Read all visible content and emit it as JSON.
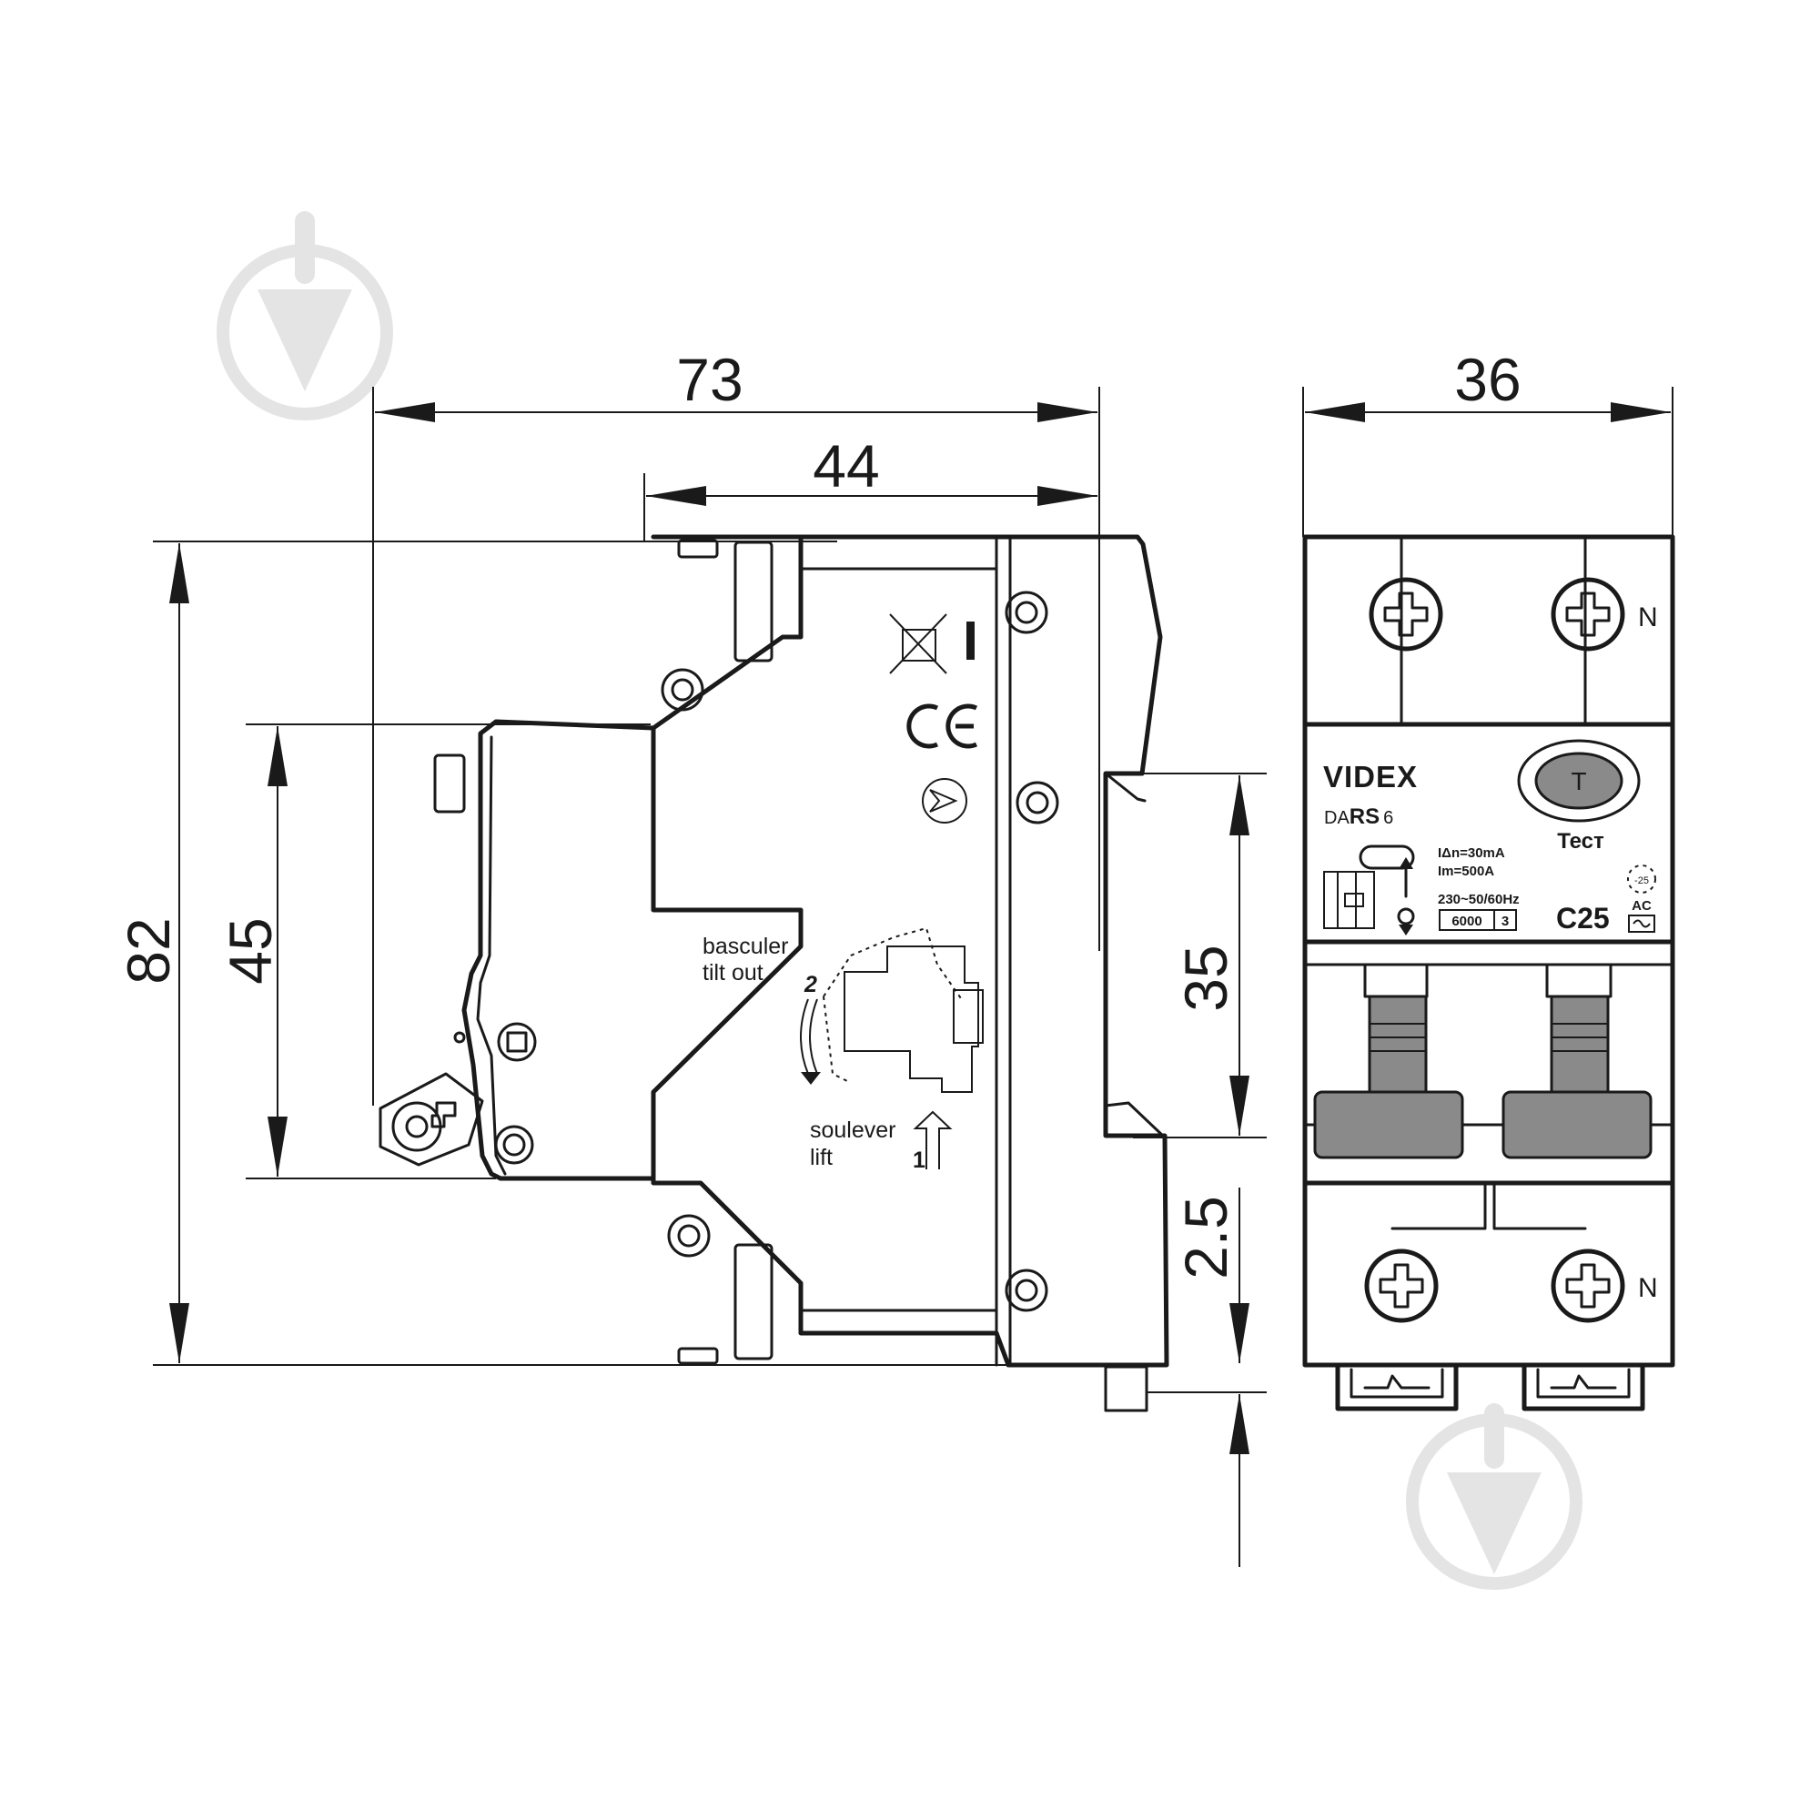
{
  "dimensions": {
    "overall_depth": "73",
    "front_depth": "44",
    "height": "82",
    "front_height": "45",
    "width": "36",
    "rail_height": "35",
    "rail_offset": "2.5"
  },
  "side_view": {
    "tilt_label_fr": "basculer",
    "tilt_label_en": "tilt out",
    "lift_label_fr": "soulever",
    "lift_label_en": "lift",
    "step_tilt": "2",
    "step_lift": "1"
  },
  "front_view": {
    "brand": "VIDEX",
    "model_prefix": "DA",
    "model_mid": "RS",
    "model_suffix": "6",
    "test_button": "T",
    "test_label": "Тест",
    "residual_current": "IΔn=30mA",
    "making_current": "Im=500A",
    "voltage": "230~50/60Hz",
    "breaking_capacity": "6000",
    "class": "3",
    "rating": "C25",
    "temp": "-25",
    "type": "AC",
    "neutral_top": "N",
    "neutral_bottom": "N"
  },
  "colors": {
    "line": "#1a1a1a",
    "lever": "#8a8a8a",
    "watermark": "#e4e4e4"
  }
}
